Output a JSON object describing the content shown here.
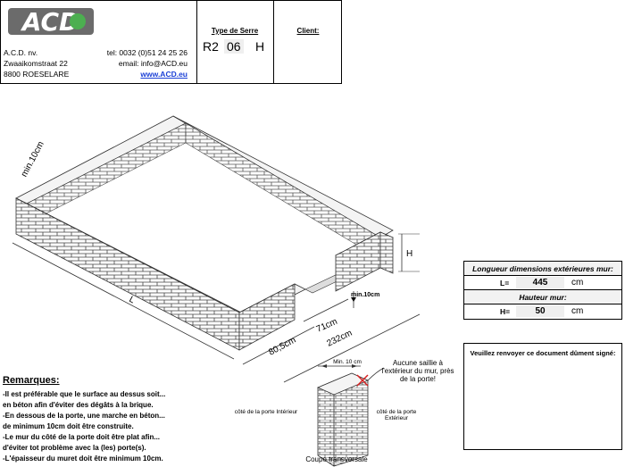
{
  "logo": {
    "text": "ACD"
  },
  "company": {
    "name": "A.C.D. nv.",
    "street": "Zwaaikomstraat 22",
    "city": "8800 ROESELARE",
    "tel": "tel: 0032 (0)51 24 25 26",
    "email": "email: info@ACD.eu",
    "web": "www.ACD.eu"
  },
  "serre": {
    "title": "Type de Serre",
    "code1": "R2",
    "code2": "06",
    "code3": "H"
  },
  "client": {
    "title": "Client:",
    "value": ""
  },
  "dimensions_table": {
    "longueur_title": "Longueur dimensions extérieures mur:",
    "l_label": "L=",
    "l_value": "445",
    "l_unit": "cm",
    "hauteur_title": "Hauteur mur:",
    "h_label": "H=",
    "h_value": "50",
    "h_unit": "cm"
  },
  "signature": {
    "title": "Veuillez renvoyer ce document dûment signé:"
  },
  "drawing": {
    "min10_top": "min.10cm",
    "L": "L",
    "H": "H",
    "min10_door": "min.10cm",
    "d71": "71cm",
    "d805": "80,5cm",
    "d232": "232cm"
  },
  "section": {
    "min_label": "Min. 10 cm",
    "note": "Aucune saillie à l'extérieur du mur, près de la porte!",
    "inside": "côté de la porte Intérieur",
    "outside": "côté de la porte Extérieur",
    "caption": "Coupe transversale"
  },
  "remarks": {
    "title": "Remarques:",
    "lines": [
      "-Il est préférable que le surface au dessus soit...",
      " en béton afin d'éviter des dégâts à la brique.",
      "-En dessous de la porte, une marche en béton...",
      " de minimum 10cm doit être construite.",
      "-Le mur du côté de la porte doit être plat afin...",
      " d'éviter tot problème avec la (les) porte(s).",
      "-L'épaisseur du muret doit être minimum 10cm."
    ]
  }
}
